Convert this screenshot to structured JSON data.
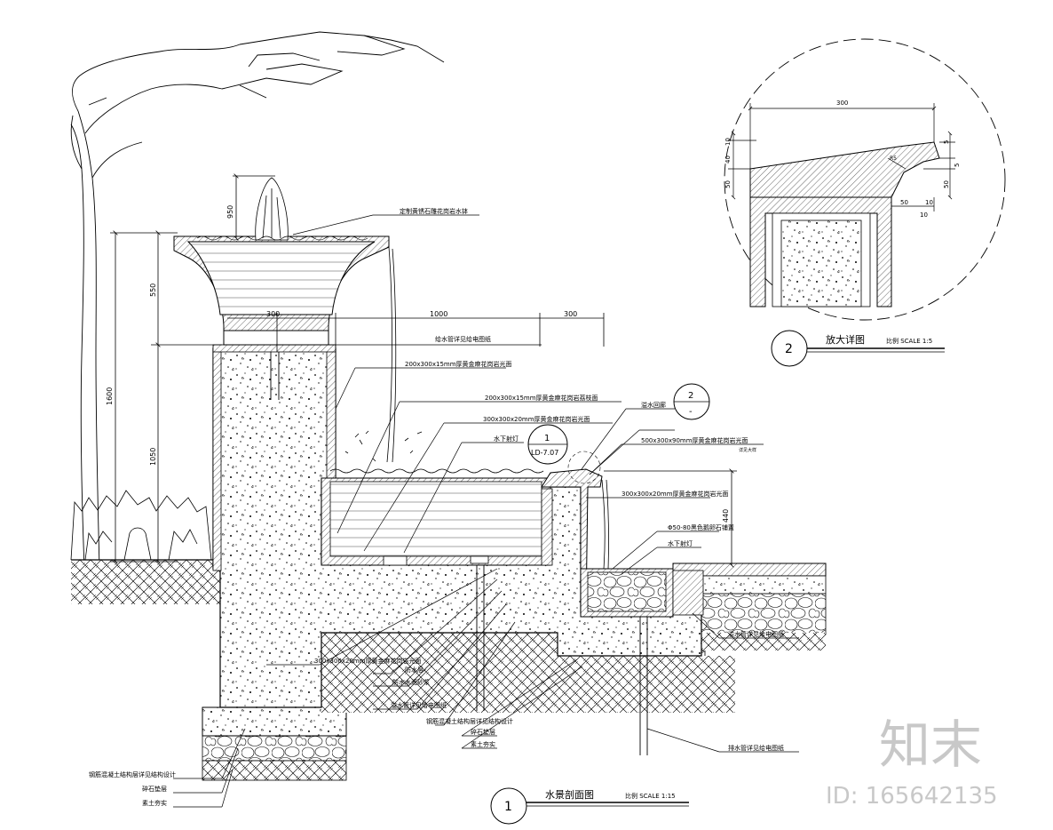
{
  "drawing": {
    "main_section": {
      "number": "1",
      "title": "水景剖面图",
      "scale": "比例 SCALE 1:15"
    },
    "detail": {
      "number": "2",
      "title": "放大详图",
      "scale": "比例 SCALE 1:5"
    },
    "dimensions": {
      "d_950": "950",
      "d_550": "550",
      "d_1600": "1600",
      "d_1050": "1050",
      "d_300_basin": "300",
      "d_1000": "1000",
      "d_300_edge": "300",
      "d_440": "440",
      "det_300": "300",
      "det_10a": "10",
      "det_40": "40",
      "det_50a": "50",
      "det_5a": "5",
      "det_5b": "5",
      "det_50b": "50",
      "det_50c": "50",
      "det_10b": "10",
      "det_10c": "10",
      "det_r": "R5"
    },
    "callouts": {
      "bowl": "定制黄锈石雕花岗岩水钵",
      "pipe": "给水管详见给电图纸",
      "stone_a": "200x300x15mm厚黄金麻花岗岩光面",
      "stone_b": "200x300x15mm厚黄金麻花岗岩荔枝面",
      "stone_c": "300x300x20mm厚黄金麻花岗岩光面",
      "light_a": "水下射灯",
      "ref_num": "1",
      "ref_code": "LD-7.07",
      "det_ref_num": "2",
      "det_ref_sub": "-",
      "overflow": "溢水回廊",
      "coping": "500x300x90mm厚黄金麻花岗岩光面",
      "coping_b": "详见大样",
      "stone_d": "300x300x20mm厚黄金麻花岗岩光面",
      "pebble": "Φ50-80黑色鹅卵石铺置",
      "light_b": "水下射灯",
      "drain_r1": "溢水管详见给电图纸",
      "drain_r2": "排水管详见给电图纸",
      "bl_1": "300x300x20mm厚黄金麻花岗岩光面",
      "bl_2": "防水层",
      "bl_3": "防水水泥砂浆",
      "bl_4": "溢水管详见给电图纸",
      "bl_5": "钢筋混凝土结构层详见结构设计",
      "bl_6": "碎石垫层",
      "bl_7": "素土夯实",
      "ll_1": "钢筋混凝土结构层详见结构设计",
      "ll_2": "碎石垫层",
      "ll_3": "素土夯实"
    },
    "watermark": {
      "brand": "知末",
      "id": "ID: 165642135"
    }
  }
}
